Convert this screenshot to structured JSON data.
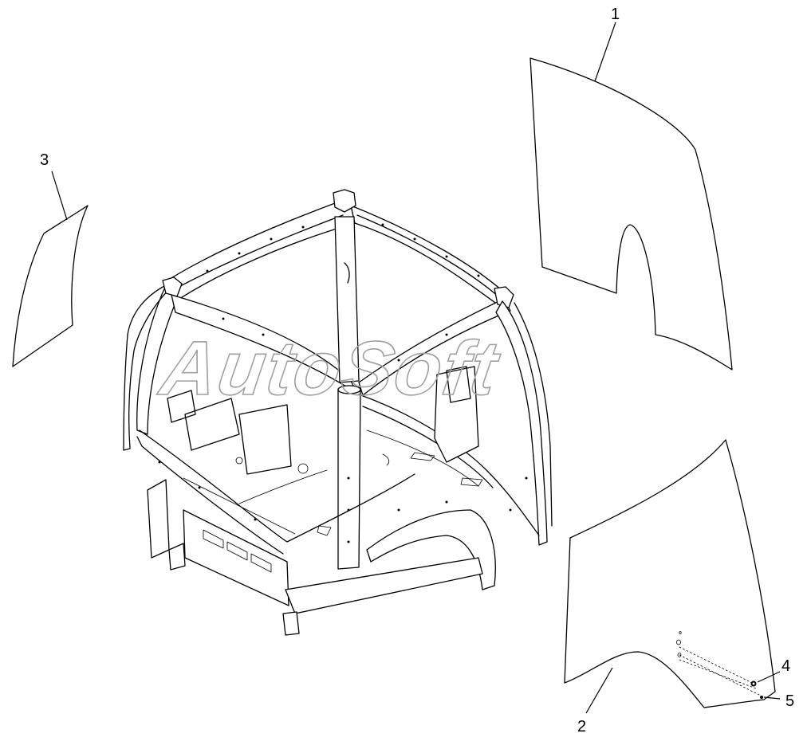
{
  "callouts": [
    {
      "id": "1",
      "label": "1"
    },
    {
      "id": "2",
      "label": "2"
    },
    {
      "id": "3",
      "label": "3"
    },
    {
      "id": "4",
      "label": "4"
    },
    {
      "id": "5",
      "label": "5"
    }
  ],
  "watermark": {
    "text": "AutoSoft"
  }
}
